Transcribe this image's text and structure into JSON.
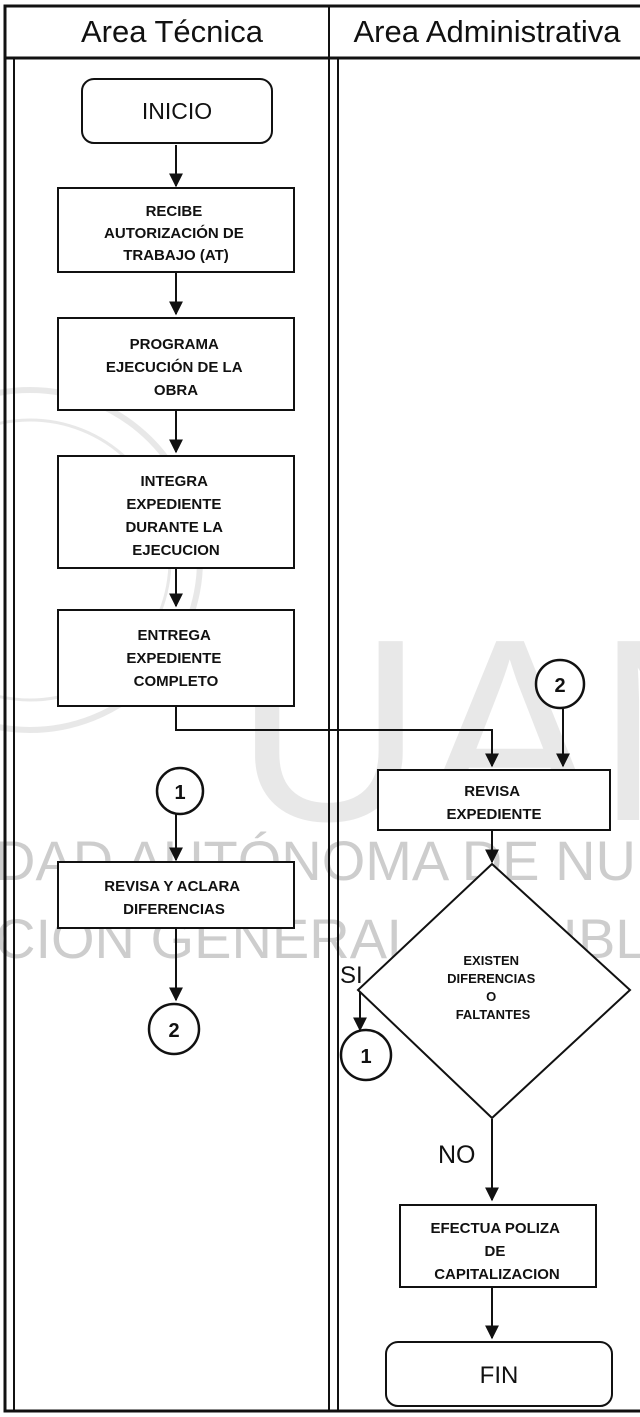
{
  "lanes": {
    "left": "Area Técnica",
    "right": "Area Administrativa"
  },
  "nodes": {
    "inicio": "INICIO",
    "recibe": [
      "RECIBE",
      "AUTORIZACIÓN DE",
      "TRABAJO (AT)"
    ],
    "programa": [
      "PROGRAMA",
      "EJECUCIÓN DE LA",
      "OBRA"
    ],
    "integra": [
      "INTEGRA",
      "EXPEDIENTE",
      "DURANTE LA",
      "EJECUCION"
    ],
    "entrega": [
      "ENTREGA",
      "EXPEDIENTE",
      "COMPLETO"
    ],
    "revisa_exp": [
      "REVISA",
      "EXPEDIENTE"
    ],
    "decision": [
      "EXISTEN",
      "DIFERENCIAS",
      "O",
      "FALTANTES"
    ],
    "revisa_aclara": [
      "REVISA Y ACLARA",
      "DIFERENCIAS"
    ],
    "efectua": [
      "EFECTUA POLIZA",
      "DE",
      "CAPITALIZACION"
    ],
    "fin": "FIN"
  },
  "connectors": {
    "c1_top": "1",
    "c2_right": "2",
    "c2_bottom": "2",
    "c1_bottom": "1"
  },
  "branch_labels": {
    "yes": "SI",
    "no": "NO"
  },
  "watermark": {
    "line1": "DAD AUTÓNOMA DE NU",
    "line2": "CIÓN GENERAL DE BIBLIO",
    "logo_text": "UAN"
  }
}
